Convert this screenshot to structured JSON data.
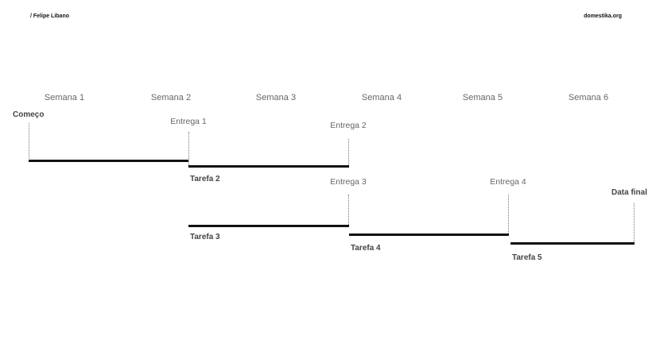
{
  "header": {
    "author": "/ Felipe Libano",
    "site": "domestika.org"
  },
  "weeks": [
    "Semana 1",
    "Semana 2",
    "Semana 3",
    "Semana 4",
    "Semana 5",
    "Semana 6"
  ],
  "milestones": {
    "start": "Começo",
    "end": "Data final",
    "deliveries": [
      "Entrega 1",
      "Entrega 2",
      "Entrega 3",
      "Entrega 4"
    ]
  },
  "tasks": [
    "Tarefa 2",
    "Tarefa 3",
    "Tarefa 4",
    "Tarefa 5"
  ]
}
